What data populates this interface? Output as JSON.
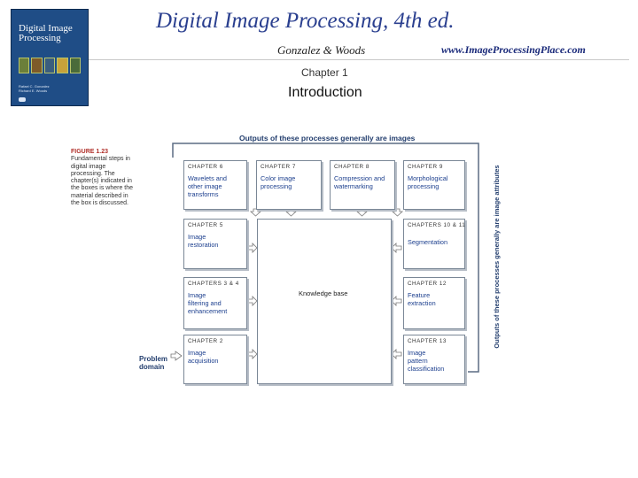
{
  "header": {
    "title": "Digital Image Processing, 4th ed.",
    "authors": "Gonzalez & Woods",
    "url": "www.ImageProcessingPlace.com",
    "chapter": "Chapter 1",
    "section": "Introduction"
  },
  "book": {
    "title_line1": "Digital Image",
    "title_line2": "Processing",
    "authors_line1": "Rafael C. Gonzalez",
    "authors_line2": "Richard E. Woods"
  },
  "figure": {
    "label": "FIGURE 1.23",
    "caption": "Fundamental steps in digital image processing. The chapter(s) indicated in the boxes is where the material described in the box is discussed.",
    "top_text": "Outputs of these processes generally are images",
    "side_text": "Outputs of these processes generally are image attributes",
    "problem_domain_1": "Problem",
    "problem_domain_2": "domain",
    "knowledge_base": "Knowledge base",
    "boxes": {
      "wavelets": {
        "chapter": "CHAPTER 6",
        "desc": "Wavelets and\nother image\ntransforms"
      },
      "color": {
        "chapter": "CHAPTER 7",
        "desc": "Color image\nprocessing"
      },
      "compression": {
        "chapter": "CHAPTER 8",
        "desc": "Compression and\nwatermarking"
      },
      "morphological": {
        "chapter": "CHAPTER 9",
        "desc": "Morphological\nprocessing"
      },
      "restoration": {
        "chapter": "CHAPTER 5",
        "desc": "Image\nrestoration"
      },
      "segmentation": {
        "chapter": "CHAPTERS 10 & 11",
        "desc": "Segmentation"
      },
      "filtering": {
        "chapter": "CHAPTERS 3 & 4",
        "desc": "Image\nfiltering and\nenhancement"
      },
      "feature": {
        "chapter": "CHAPTER 12",
        "desc": "Feature\nextraction"
      },
      "acquisition": {
        "chapter": "CHAPTER 2",
        "desc": "Image\nacquisition"
      },
      "classification": {
        "chapter": "CHAPTER 13",
        "desc": "Image\npattern\nclassification"
      }
    }
  },
  "colors": {
    "title": "#2a3f8f",
    "diagram_text": "#233e6e",
    "box_text": "#1c3f8e",
    "figure_label": "#b0302a"
  }
}
